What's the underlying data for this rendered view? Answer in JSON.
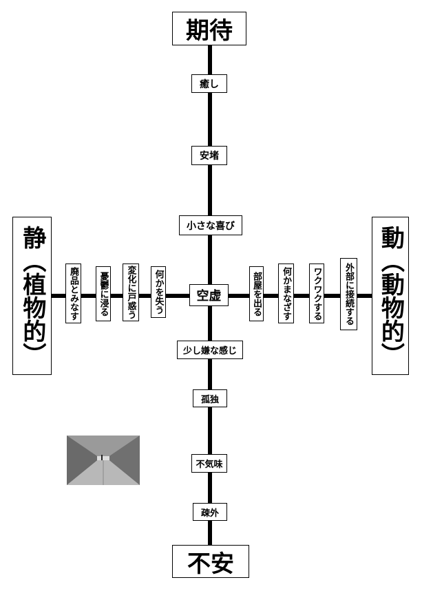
{
  "top": "期待",
  "bottom": "不安",
  "left": "静（植物的）",
  "right": "動（動物的）",
  "upper": [
    "癒し",
    "安堵",
    "小さな喜び"
  ],
  "center": "空虚",
  "lower": [
    "少し嫌な感じ",
    "孤独",
    "不気味",
    "疎外"
  ],
  "left_items": [
    "廃品とみなす",
    "憂鬱に浸る",
    "変化に戸惑う",
    "何かを失う"
  ],
  "right_items": [
    "部屋を出る",
    "何かまなざす",
    "ワクワクする",
    "外部に接続する"
  ]
}
